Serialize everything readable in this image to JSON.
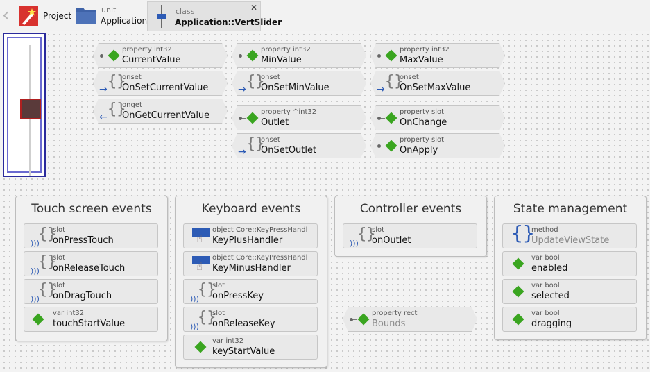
{
  "toolbar": {
    "back_glyph": "‹",
    "project": {
      "label": "Project",
      "icon": "project-icon"
    },
    "unit": {
      "kind": "unit",
      "name": "Application",
      "icon": "folder-icon"
    },
    "class_tab": {
      "kind": "class",
      "name": "Application::VertSlider",
      "icon": "vertslider-class-icon",
      "close_glyph": "✕"
    }
  },
  "members": {
    "current_value": {
      "label": "property int32",
      "name": "CurrentValue"
    },
    "on_set_current_value": {
      "label": "onset",
      "name": "OnSetCurrentValue"
    },
    "on_get_current_value": {
      "label": "onget",
      "name": "OnGetCurrentValue"
    },
    "min_value": {
      "label": "property int32",
      "name": "MinValue"
    },
    "on_set_min_value": {
      "label": "onset",
      "name": "OnSetMinValue"
    },
    "outlet": {
      "label": "property ^int32",
      "name": "Outlet"
    },
    "on_set_outlet": {
      "label": "onset",
      "name": "OnSetOutlet"
    },
    "max_value": {
      "label": "property int32",
      "name": "MaxValue"
    },
    "on_set_max_value": {
      "label": "onset",
      "name": "OnSetMaxValue"
    },
    "on_change": {
      "label": "property slot",
      "name": "OnChange"
    },
    "on_apply": {
      "label": "property slot",
      "name": "OnApply"
    },
    "bounds": {
      "label": "property rect",
      "name": "Bounds"
    }
  },
  "groups": {
    "touch": {
      "title": "Touch screen events",
      "items": [
        {
          "label": "slot",
          "name": "onPressTouch"
        },
        {
          "label": "slot",
          "name": "onReleaseTouch"
        },
        {
          "label": "slot",
          "name": "onDragTouch"
        },
        {
          "label": "var int32",
          "name": "touchStartValue"
        }
      ]
    },
    "keyboard": {
      "title": "Keyboard events",
      "items": [
        {
          "label": "object Core::KeyPressHandl",
          "name": "KeyPlusHandler"
        },
        {
          "label": "object Core::KeyPressHandl",
          "name": "KeyMinusHandler"
        },
        {
          "label": "slot",
          "name": "onPressKey"
        },
        {
          "label": "slot",
          "name": "onReleaseKey"
        },
        {
          "label": "var int32",
          "name": "keyStartValue"
        }
      ]
    },
    "controller": {
      "title": "Controller events",
      "items": [
        {
          "label": "slot",
          "name": "onOutlet"
        }
      ]
    },
    "state": {
      "title": "State management",
      "items": [
        {
          "label": "method",
          "name": "UpdateViewState"
        },
        {
          "label": "var bool",
          "name": "enabled"
        },
        {
          "label": "var bool",
          "name": "selected"
        },
        {
          "label": "var bool",
          "name": "dragging"
        }
      ]
    }
  },
  "colors": {
    "diamond": "#3aa520",
    "accent_blue": "#2d5bb5",
    "preview_border": "#2a2a9c",
    "knob_fill": "#5a3a3a",
    "knob_border": "#b02020"
  }
}
